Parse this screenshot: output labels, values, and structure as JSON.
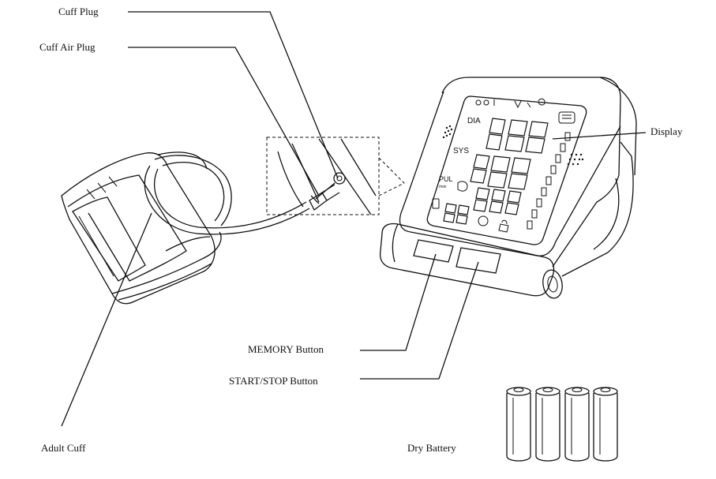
{
  "labels": {
    "cuff_plug": "Cuff  Plug",
    "cuff_air_plug": "Cuff Air Plug",
    "display": "Display",
    "memory_button": "MEMORY Button",
    "start_stop_button": "START/STOP Button",
    "adult_cuff": "Adult Cuff",
    "dry_battery": "Dry Battery"
  },
  "screen": {
    "dia": "DIA",
    "sys": "SYS",
    "pul": "PUL",
    "pul_sub": "/min"
  },
  "battery_count": 4
}
